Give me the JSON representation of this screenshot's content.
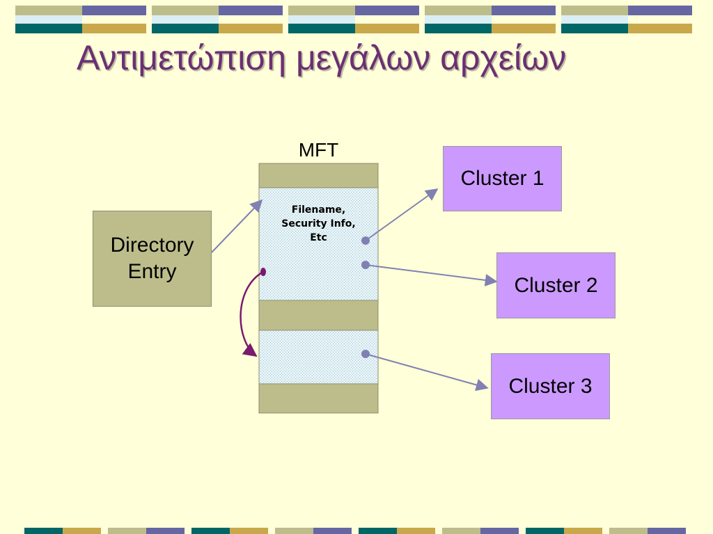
{
  "slide": {
    "title": "Αντιμετώπιση μεγάλων αρχείων"
  },
  "diagram": {
    "mft_label": "MFT",
    "mft_record_text": [
      "Filename,",
      "Security Info,",
      "Etc"
    ],
    "directory_entry": [
      "Directory",
      "Entry"
    ],
    "clusters": [
      "Cluster 1",
      "Cluster 2",
      "Cluster 3"
    ]
  },
  "colors": {
    "background": "#ffffd9",
    "title": "#6b2f73",
    "directory_entry_fill": "#bdbd8c",
    "mft_fill": "#bdbd8c",
    "mft_record_fill": "#dbeef3",
    "cluster_fill": "#cc99ff",
    "arrow": "#8080b3",
    "link_arrow": "#7a1a6e",
    "band_teal": "#006666",
    "band_gold": "#c9a84c",
    "band_purple": "#6666a3",
    "band_olive": "#bdbd8c"
  }
}
